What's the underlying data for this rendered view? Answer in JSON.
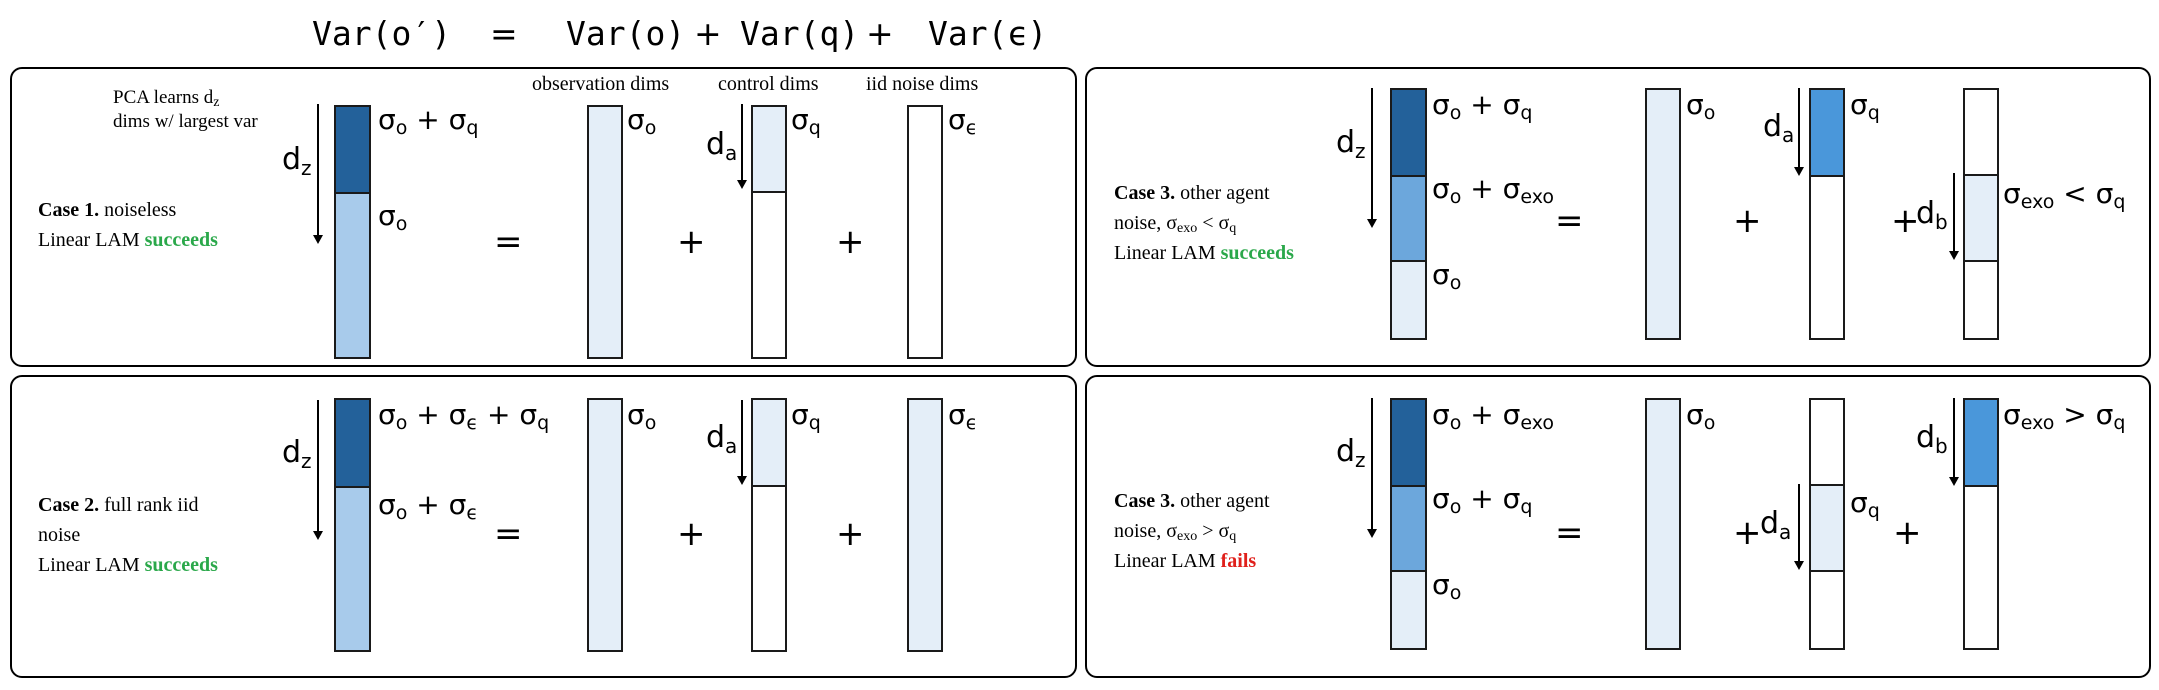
{
  "equation": {
    "lhs": "Var(o′)",
    "eq": "=",
    "term_o": "Var(o)",
    "plus1": "+",
    "term_q": "Var(q)",
    "plus2": "+",
    "term_eps": "Var(ϵ)"
  },
  "headers": {
    "observation": "observation dims",
    "control": "control dims",
    "noise": "iid noise dims"
  },
  "pca_note": [
    "PCA learns d",
    "z",
    "dims w/ largest var"
  ],
  "symbols": {
    "sigma": "σ",
    "o": "o",
    "q": "q",
    "eps": "ϵ",
    "exo": "exo",
    "d": "d",
    "z": "z",
    "a": "a",
    "b": "b",
    "plus": "+",
    "lt": "<",
    "gt": ">",
    "equals": "="
  },
  "cases": {
    "c1": {
      "title": "Case 1.",
      "line1": "noiseless",
      "line2": "Linear LAM",
      "status": "succeeds"
    },
    "c2": {
      "title": "Case 2.",
      "line1": "full rank iid",
      "line1b": "noise",
      "line2": "Linear LAM",
      "status": "succeeds"
    },
    "c3a": {
      "title": "Case 3.",
      "line1": "other agent",
      "line1b": "noise, σ",
      "sub1": "exo",
      "rel": " < σ",
      "sub2": "q",
      "line2": "Linear LAM",
      "status": "succeeds"
    },
    "c3b": {
      "title": "Case 3.",
      "line1": "other agent",
      "line1b": "noise, σ",
      "sub1": "exo",
      "rel": " > σ",
      "sub2": "q",
      "line2": "Linear LAM",
      "status": "fails"
    }
  },
  "colors": {
    "dark": "#23619a",
    "mid": "#6ca7dc",
    "light": "#a8cbeb",
    "pale": "#e4eef8",
    "bright": "#4a97da",
    "success": "#2aa84a",
    "fail": "#e0201b"
  }
}
